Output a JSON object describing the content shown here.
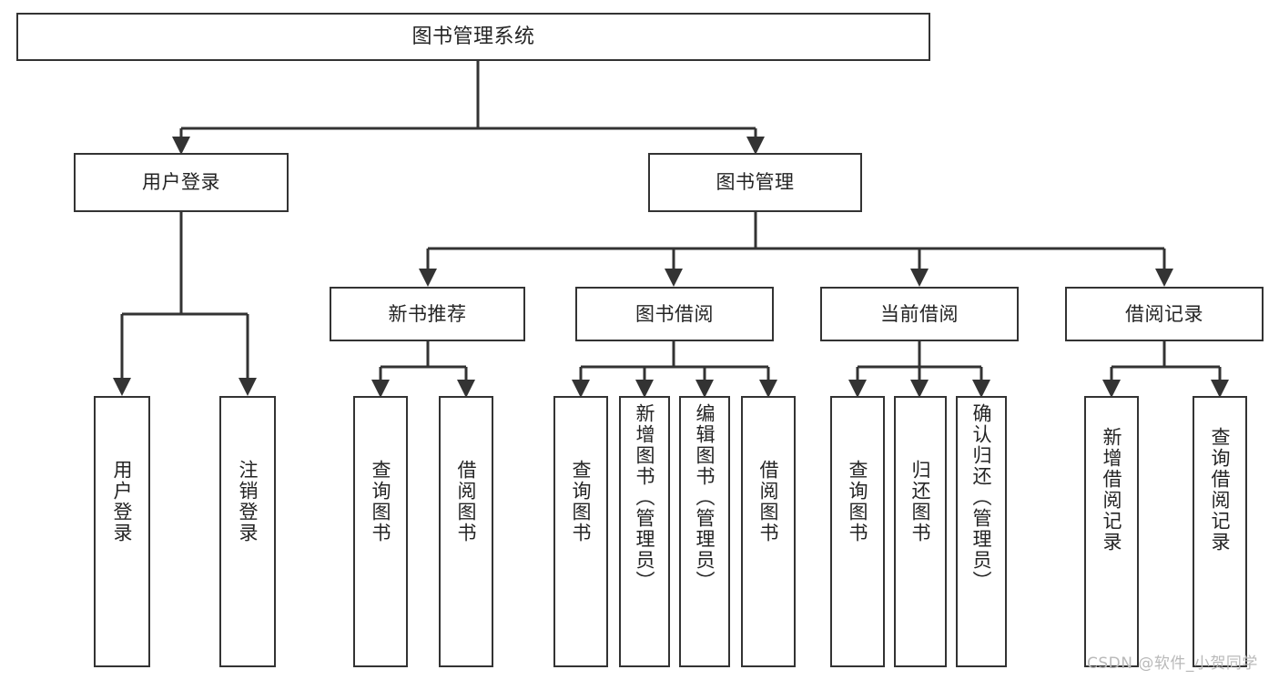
{
  "diagram": {
    "type": "tree-hierarchy",
    "title": "图书管理系统",
    "watermark": "CSDN @软件_小贺同学",
    "colors": {
      "box_border": "#333333",
      "box_fill": "#ffffff",
      "edge": "#333333",
      "text": "#242424",
      "watermark": "#b9b9b9",
      "background": "#ffffff"
    },
    "nodes": {
      "root": {
        "label": "图书管理系统"
      },
      "level2": [
        {
          "id": "user-login",
          "label": "用户登录"
        },
        {
          "id": "book-manage",
          "label": "图书管理"
        }
      ],
      "level3": [
        {
          "id": "new-book-recommend",
          "label": "新书推荐"
        },
        {
          "id": "book-borrow",
          "label": "图书借阅"
        },
        {
          "id": "current-borrow",
          "label": "当前借阅"
        },
        {
          "id": "borrow-record",
          "label": "借阅记录"
        }
      ],
      "leaves": {
        "user-login": [
          {
            "id": "leaf-user-login",
            "label": "用户登录"
          },
          {
            "id": "leaf-logout-login",
            "label": "注销登录"
          }
        ],
        "new-book-recommend": [
          {
            "id": "leaf-query-book-1",
            "label": "查询图书"
          },
          {
            "id": "leaf-borrow-book-1",
            "label": "借阅图书"
          }
        ],
        "book-borrow": [
          {
            "id": "leaf-query-book-2",
            "label": "查询图书"
          },
          {
            "id": "leaf-add-book",
            "label": "新增图书（管理员）"
          },
          {
            "id": "leaf-edit-book",
            "label": "编辑图书（管理员）"
          },
          {
            "id": "leaf-borrow-book-2",
            "label": "借阅图书"
          }
        ],
        "current-borrow": [
          {
            "id": "leaf-query-book-3",
            "label": "查询图书"
          },
          {
            "id": "leaf-return-book",
            "label": "归还图书"
          },
          {
            "id": "leaf-confirm-return",
            "label": "确认归还（管理员）"
          }
        ],
        "borrow-record": [
          {
            "id": "leaf-add-record",
            "label": "新增借阅记录"
          },
          {
            "id": "leaf-query-record",
            "label": "查询借阅记录"
          }
        ]
      }
    }
  }
}
